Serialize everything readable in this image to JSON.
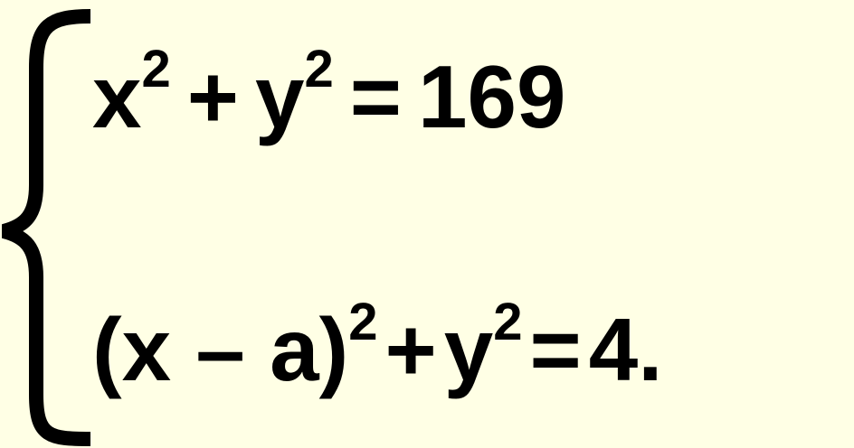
{
  "system": {
    "equation_1": {
      "x": "x",
      "exp_x": "2",
      "plus": "+",
      "y": "y",
      "exp_y": "2",
      "equals": "=",
      "rhs": "169"
    },
    "equation_2": {
      "lhs_group": "(x – a)",
      "exp_group": "2",
      "plus": "+",
      "y": "y",
      "exp_y": "2",
      "equals": "=",
      "rhs": "4."
    }
  },
  "colors": {
    "background": "#FFFFE5",
    "text": "#000000"
  },
  "icons": {
    "brace": "left-curly-brace"
  }
}
